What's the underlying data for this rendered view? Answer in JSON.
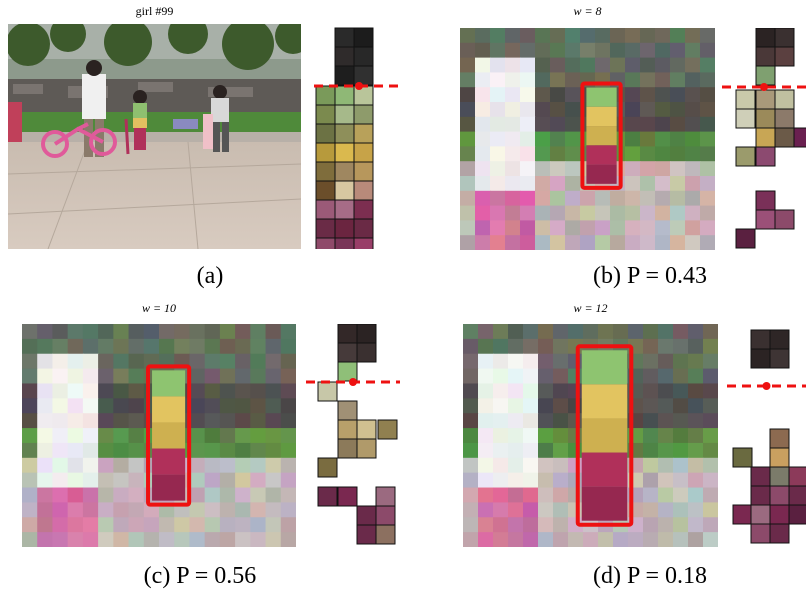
{
  "figure": {
    "panels": [
      {
        "id": "a",
        "title": "girl #99",
        "title_italic": false,
        "caption": "(a)",
        "pixelated": false,
        "box": false,
        "p_value": null
      },
      {
        "id": "b",
        "title": "w = 8",
        "title_italic": true,
        "caption": "(b) P = 0.43",
        "pixelated": true,
        "box": true,
        "p_value": 0.43
      },
      {
        "id": "c",
        "title": "w = 10",
        "title_italic": true,
        "caption": "(c) P = 0.56",
        "pixelated": true,
        "box": true,
        "p_value": 0.56
      },
      {
        "id": "d",
        "title": "w = 12",
        "title_italic": true,
        "caption": "(d) P = 0.18",
        "pixelated": true,
        "box": true,
        "p_value": 0.18
      }
    ]
  },
  "colors": {
    "threshold_line": "#ee1111",
    "bounding_box": "#ee1111",
    "block_outline": "#111111"
  },
  "histograms": {
    "a": [
      "#2a2a2a",
      "#2f2b2b",
      "#1e1e1e",
      "#1c1c1c",
      "#282828",
      "#303030",
      "#7a9a5a",
      "#8fb876",
      "#b9c59a",
      "#7b8a4e",
      "#a6b98a",
      "#8e9b6b",
      "#6c7244",
      "#8e8f5a",
      "#b8a15a",
      "#b79a3c",
      "#dab94e",
      "#c7a348",
      "#7f6d3c",
      "#9f8760",
      "#b7975c",
      "#6b4e2a",
      "#d7c7a1",
      "#b88a7a",
      "#9b5a78",
      "#a66c87",
      "#7c2e50",
      "#6a2b46",
      "#6b2540",
      "#6a2a45",
      "#8f4a6a",
      "#7a3558",
      "#993e68",
      "#603050",
      "#6c3050",
      "#7d4a68"
    ],
    "b": [
      "#2b2323",
      "#3a3030",
      "#4a3838",
      "#5b4040",
      "#7fa070",
      "#c9c9aa",
      "#a9997a",
      "#c0c0a0",
      "#cfcfb8",
      "#9b8a5a",
      "#8c7a6a",
      "#c8a655",
      "#6b5a48",
      "#9b9b6c",
      "#8c4a70",
      "#6a2050",
      "#7a3058",
      "#9b5078",
      "#8c4a6a",
      "#5a2040"
    ],
    "c": [
      "#332828",
      "#2b2323",
      "#463a3a",
      "#3a3030",
      "#8fbf78",
      "#c7c7a8",
      "#a09075",
      "#b8a06a",
      "#d0c090",
      "#8c7a5a",
      "#b09a6a",
      "#7a6c40",
      "#908050",
      "#6a2a4a",
      "#7a2850",
      "#6a2a4a",
      "#8c4a6a",
      "#6a2a4a",
      "#8c7060",
      "#9b6a80"
    ],
    "d": [
      "#3a3030",
      "#2e2626",
      "#2b2323",
      "#3e3434",
      "#6a6a40",
      "#8c6a50",
      "#c9a060",
      "#6a2a4a",
      "#7b7b6a",
      "#8c3a5a",
      "#7a2850",
      "#6a2a4a",
      "#8c4a6a",
      "#6a2a4a",
      "#9b6a80",
      "#7a2850",
      "#5a2040",
      "#8c4a6a",
      "#6a2a4a"
    ]
  }
}
